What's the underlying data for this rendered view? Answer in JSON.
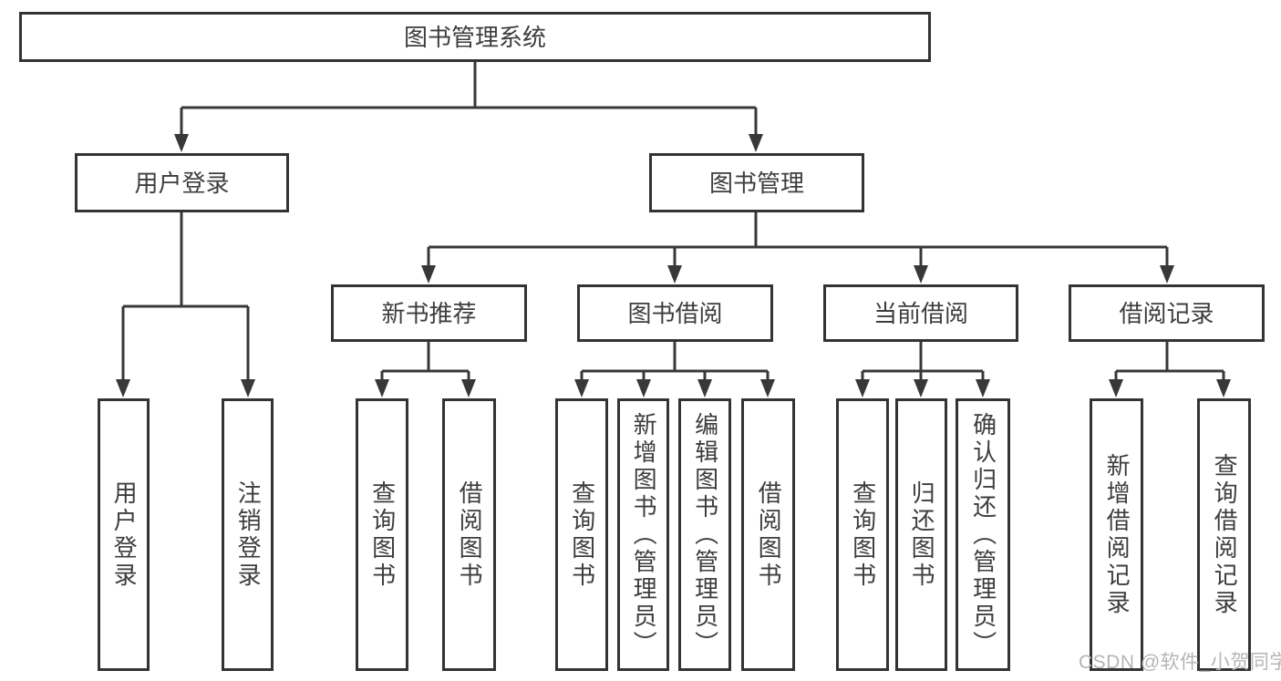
{
  "diagram": {
    "level1": {
      "label": "图书管理系统"
    },
    "level2": [
      {
        "label": "用户登录"
      },
      {
        "label": "图书管理"
      }
    ],
    "level3": [
      {
        "label": "新书推荐",
        "parent": "图书管理"
      },
      {
        "label": "图书借阅",
        "parent": "图书管理"
      },
      {
        "label": "当前借阅",
        "parent": "图书管理"
      },
      {
        "label": "借阅记录",
        "parent": "图书管理"
      }
    ],
    "leaves": [
      {
        "label": "用户登录",
        "parent": "用户登录"
      },
      {
        "label": "注销登录",
        "parent": "用户登录"
      },
      {
        "label": "查询图书",
        "parent": "新书推荐"
      },
      {
        "label": "借阅图书",
        "parent": "新书推荐"
      },
      {
        "label": "查询图书",
        "parent": "图书借阅"
      },
      {
        "label": "新增图书（管理员）",
        "parent": "图书借阅"
      },
      {
        "label": "编辑图书（管理员）",
        "parent": "图书借阅"
      },
      {
        "label": "借阅图书",
        "parent": "图书借阅"
      },
      {
        "label": "查询图书",
        "parent": "当前借阅"
      },
      {
        "label": "归还图书",
        "parent": "当前借阅"
      },
      {
        "label": "确认归还（管理员）",
        "parent": "当前借阅"
      },
      {
        "label": "新增借阅记录",
        "parent": "借阅记录"
      },
      {
        "label": "查询借阅记录",
        "parent": "借阅记录"
      }
    ],
    "watermark": "CSDN @软件_小贺同学",
    "colors": {
      "background": "#ffffff",
      "line": "#383838",
      "box-border": "#333333",
      "box-fill": "#ffffff",
      "text": "#3d3d3d",
      "watermark": "#b5b5b5"
    }
  }
}
